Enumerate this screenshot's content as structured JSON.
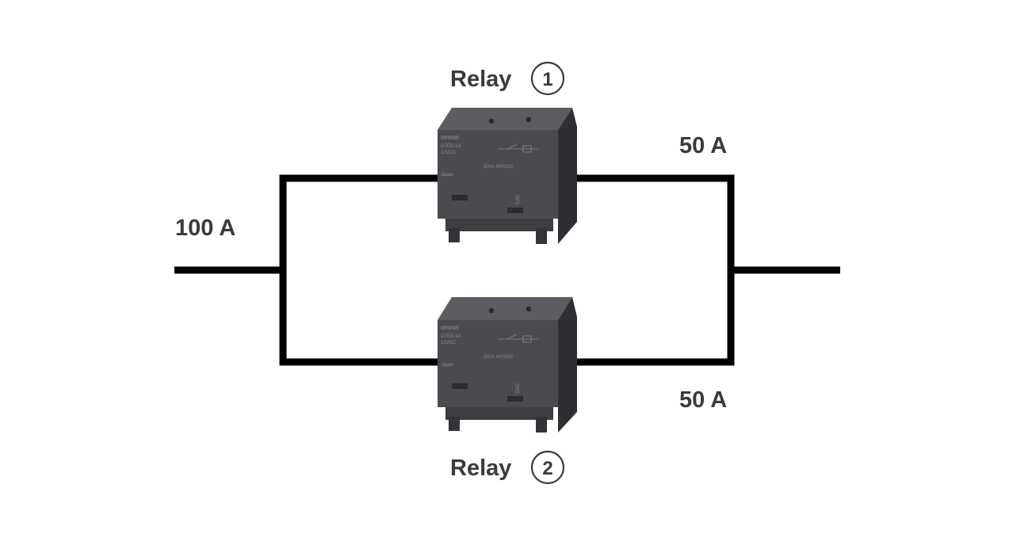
{
  "input_current": "100 A",
  "relay_1": {
    "label": "Relay",
    "number": "1",
    "current": "50 A",
    "print": {
      "brand": "omron",
      "line1": "G7EB-1A",
      "line2": "12VDC",
      "line3": "100A 400VDC",
      "line4": "Japan",
      "mark": "EAC"
    }
  },
  "relay_2": {
    "label": "Relay",
    "number": "2",
    "current": "50 A",
    "print": {
      "brand": "omron",
      "line1": "G7EB-1A",
      "line2": "12VDC",
      "line3": "100A 400VDC",
      "line4": "Japan",
      "mark": "EAC"
    }
  },
  "colors": {
    "wire": "#000000",
    "text": "#3a3a3a",
    "relay_front": "#4a4b4f",
    "relay_top": "#5c5d62",
    "relay_side": "#2e2f33"
  }
}
